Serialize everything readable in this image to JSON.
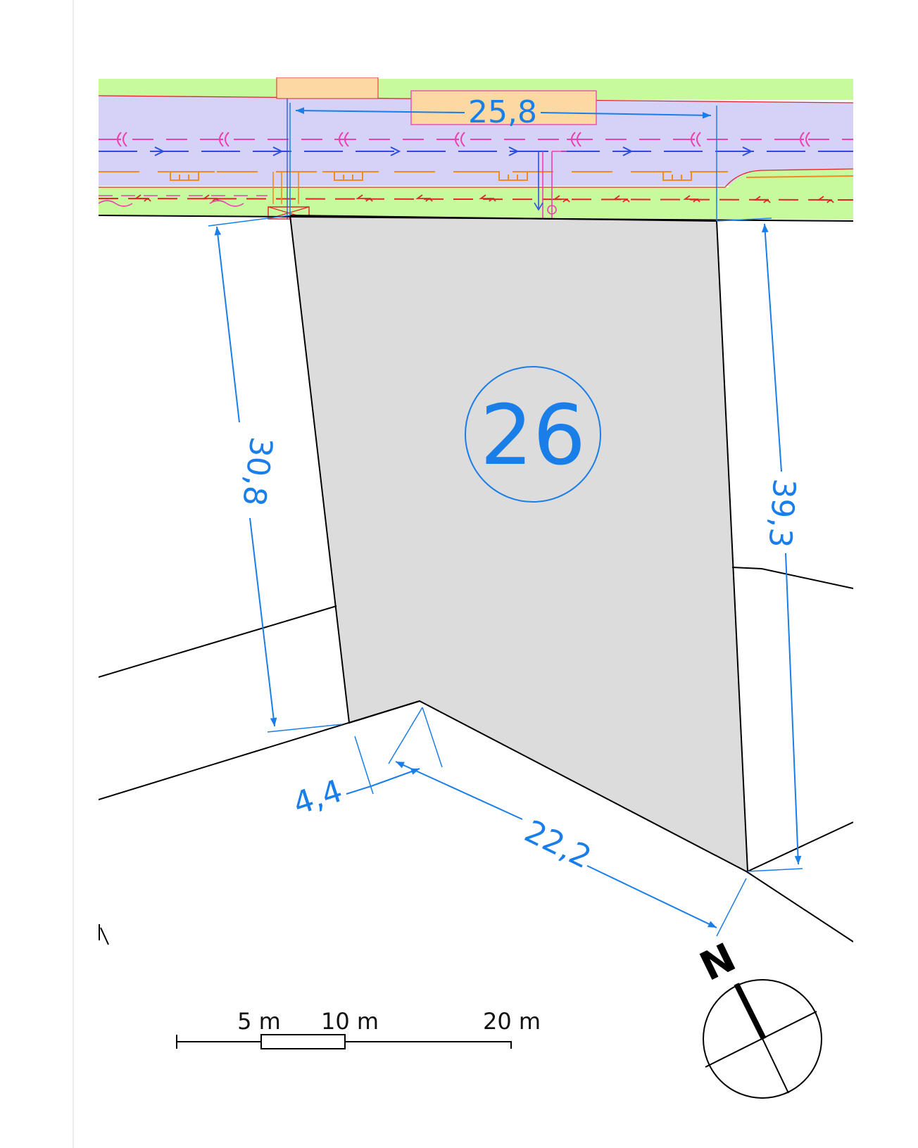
{
  "plot": {
    "number": "26"
  },
  "dimensions": {
    "street_frontage": "25,8",
    "west_side": "30,8",
    "east_side": "39,3",
    "rear_short": "4,4",
    "rear_long": "22,2"
  },
  "scale_bar": {
    "label_5": "5 m",
    "label_10": "10 m",
    "label_20": "20 m"
  },
  "north_arrow": {
    "label": "N",
    "icon": "north-arrow-icon"
  },
  "colors": {
    "dimension_blue": "#1a7ee8",
    "plot_fill": "#dcdcdc",
    "road_surface": "#d6d2f7",
    "verge_green": "#c6fa9c",
    "parking_beige": "#fcd9a2",
    "utility_magenta": "#ee3fb0",
    "utility_blue": "#2a4ee0",
    "utility_orange": "#f08a22",
    "utility_red": "#e0262b"
  }
}
